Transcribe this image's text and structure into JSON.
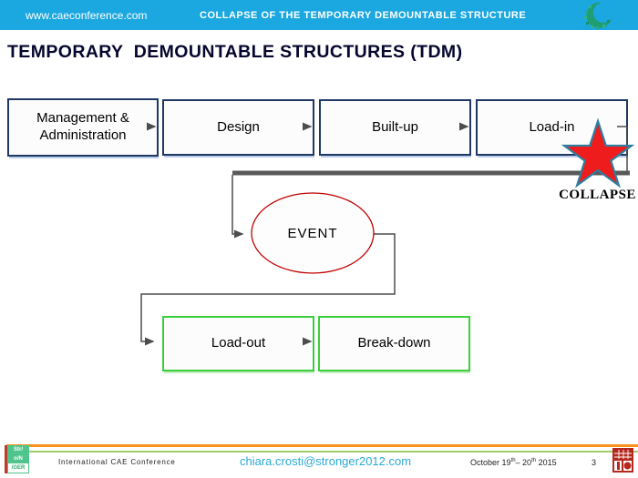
{
  "header": {
    "site": "www.caeconference.com",
    "title": "COLLAPSE OF THE TEMPORARY DEMOUNTABLE STRUCTURE"
  },
  "slide": {
    "title": "TEMPORARY  DEMOUNTABLE STRUCTURES (TDM)"
  },
  "flowchart": {
    "boxes": {
      "management": "Management & Administration",
      "design": "Design",
      "builtup": "Built-up",
      "loadin": "Load-in",
      "loadout": "Load-out",
      "breakdown": "Break-down"
    },
    "event": "EVENT",
    "collapse": "COLLAPSE"
  },
  "footer": {
    "conference": "International CAE Conference",
    "email": "chiara.crosti@stronger2012.com",
    "date": {
      "p1": "October 19",
      "s1": "th",
      "p2": "– 20",
      "s2": "th",
      "p3": " 2015"
    },
    "page": "3",
    "logo": {
      "l1": "Str/",
      "l2": "o/N",
      "l3": "/GER"
    }
  },
  "colors": {
    "header_bg": "#1BA7E0",
    "box_border": "#1F3864",
    "green_border": "#3DCE3D",
    "connector": "#4D4D4D",
    "event_outline": "#C00000",
    "star_fill": "#EE1C1C",
    "star_stroke": "#2E7F9F",
    "footer_orange": "#F7941D",
    "footer_green": "#9CCB68",
    "email_color": "#2BAAD4"
  }
}
